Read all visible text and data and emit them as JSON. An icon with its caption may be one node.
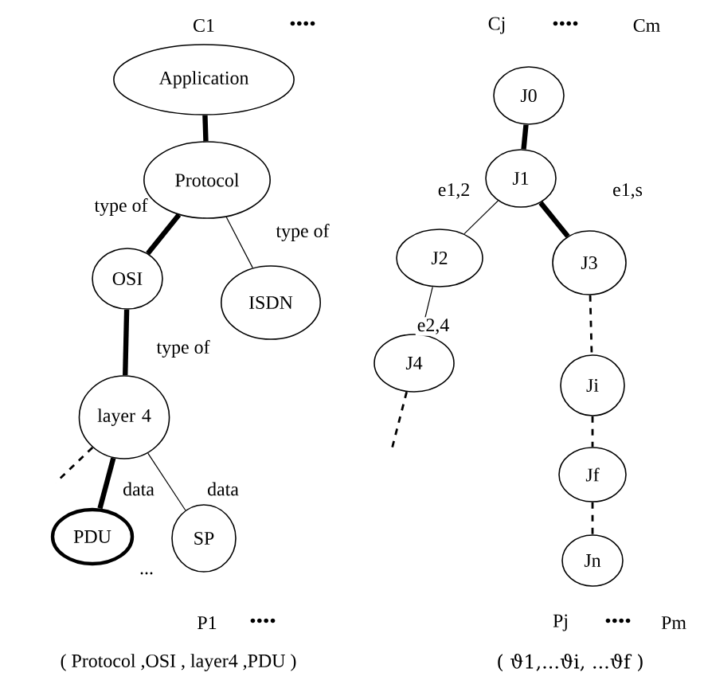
{
  "diagram": {
    "nodes": [
      {
        "text": [
          "Application"
        ]
      },
      {
        "text": [
          "Protocol"
        ]
      },
      {
        "text": [
          "OSI"
        ]
      },
      {
        "text": [
          "ISDN"
        ]
      },
      {
        "text": [
          "layer 4"
        ]
      },
      {
        "text": [
          "PDU"
        ]
      },
      {
        "text": [
          "SP"
        ]
      },
      {
        "text": [
          "J0"
        ]
      },
      {
        "text": [
          "J1"
        ]
      },
      {
        "text": [
          "J2"
        ]
      },
      {
        "text": [
          "J3"
        ]
      },
      {
        "text": [
          "J4"
        ]
      },
      {
        "text": [
          "Ji"
        ]
      },
      {
        "text": [
          "Jf"
        ]
      },
      {
        "text": [
          "Jn"
        ]
      }
    ],
    "edges": [
      {
        "from": 0,
        "to": 1,
        "arrow": "none",
        "style": "thick"
      },
      {
        "from": 1,
        "to": 2,
        "arrow": "none",
        "style": "thick",
        "label": "type of"
      },
      {
        "from": 1,
        "to": 3,
        "arrow": "none",
        "label": "type of"
      },
      {
        "from": 2,
        "to": 4,
        "arrow": "none",
        "style": "thick",
        "label": "type of"
      },
      {
        "from": 4,
        "to": 5,
        "arrow": "none",
        "style": "thick",
        "label": "data"
      },
      {
        "from": 4,
        "to": 6,
        "arrow": "none",
        "label": "data"
      },
      {
        "from": 4,
        "to": null,
        "arrow": "none",
        "style": "dashed"
      },
      {
        "from": 7,
        "to": 8,
        "arrow": "none",
        "style": "thick"
      },
      {
        "from": 8,
        "to": 9,
        "arrow": "none",
        "label": "e1,2"
      },
      {
        "from": 8,
        "to": 10,
        "arrow": "none",
        "style": "thick",
        "label": "e1,s"
      },
      {
        "from": 9,
        "to": 11,
        "arrow": "none",
        "label": "e2,4"
      },
      {
        "from": 11,
        "to": null,
        "arrow": "none",
        "style": "dashed"
      },
      {
        "from": 10,
        "to": 12,
        "arrow": "none",
        "style": "dashed"
      },
      {
        "from": 12,
        "to": 13,
        "arrow": "none",
        "style": "dashed"
      },
      {
        "from": 13,
        "to": 14,
        "arrow": "none",
        "style": "dashed"
      }
    ],
    "labels": [
      "C1",
      "••••",
      "Cj",
      "••••",
      "Cm",
      "...",
      "P1",
      "••••",
      "Pj",
      "••••",
      "Pm",
      "( Protocol ,OSI , layer4 ,PDU )",
      "( ϑ1,...ϑi, ...ϑf )"
    ]
  }
}
